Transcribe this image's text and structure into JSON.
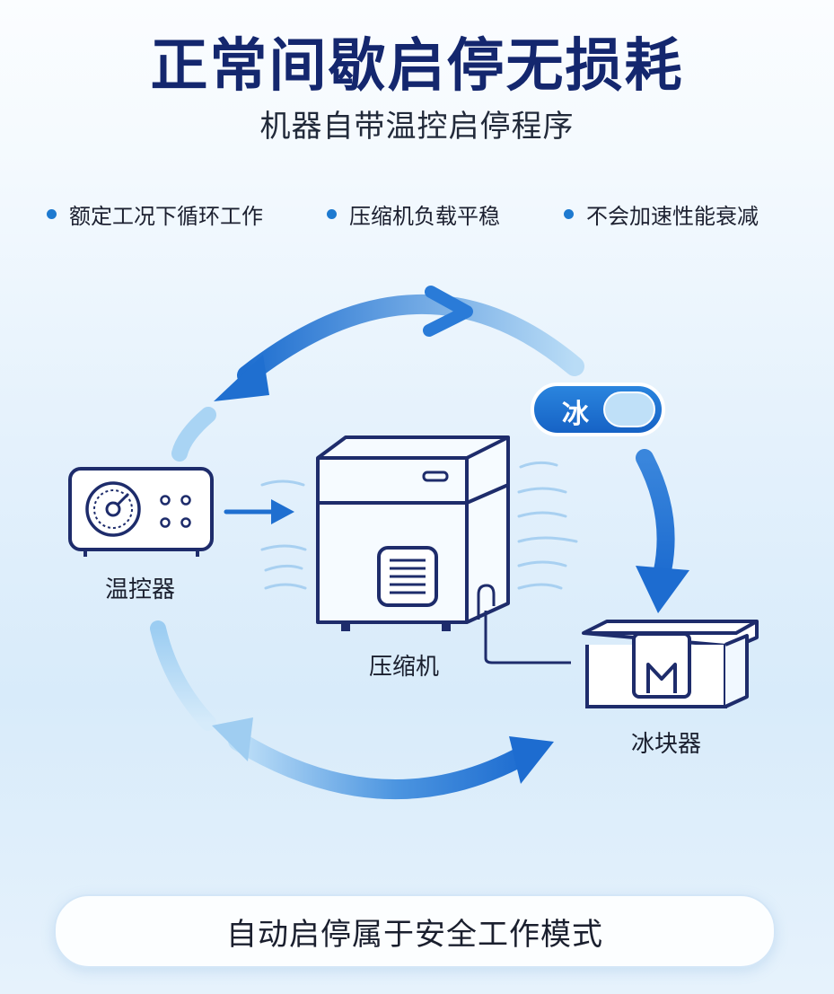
{
  "header": {
    "title": "正常间歇启停无损耗",
    "subtitle": "机器自带温控启停程序"
  },
  "bullets": [
    "额定工况下循环工作",
    "压缩机负载平稳",
    "不会加速性能衰减"
  ],
  "components": {
    "thermostat": "温控器",
    "compressor": "压缩机",
    "ice_box": "冰块器"
  },
  "ice_toggle": {
    "label": "冰"
  },
  "footer": {
    "text": "自动启停属于安全工作模式"
  },
  "colors": {
    "title": "#14276e",
    "accent_blue": "#1e7ad0",
    "arrow_blue": "#1f6fd0",
    "arrow_light": "#bfe0f8",
    "outline": "#1e2c6b"
  },
  "icons": [
    "thermostat-dial-icon",
    "compressor-unit-icon",
    "ice-box-icon",
    "cycle-arrow-icon",
    "toggle-switch-icon"
  ]
}
